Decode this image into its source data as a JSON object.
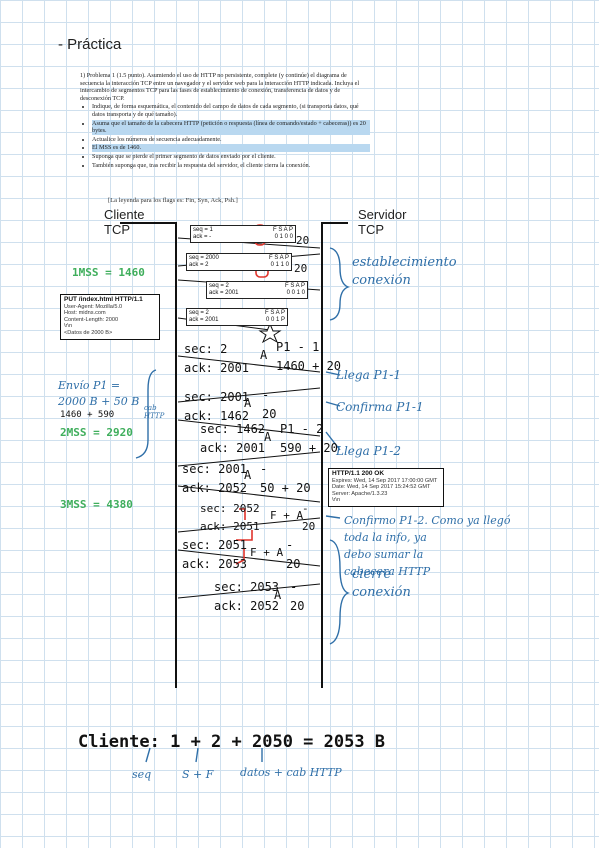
{
  "heading": "- Práctica",
  "problem": {
    "intro": "1) Problema 1 (1.5 punto). Asumiendo el uso de HTTP no persistente, complete (y continúe) el diagrama de secuencia la interacción TCP entre un navegador y el servidor web para la interacción HTTP indicada. Incluya el intercambio de segmentos TCP para las fases de establecimiento de conexión, transferencia de datos y de desconexión TCP.",
    "bullets": [
      "Indique, de forma esquemática, el contenido del campo de datos de cada segmento, (si transporta datos, qué datos transporta y de qué tamaño).",
      "Asuma que el tamaño de la cabecera HTTP (petición o respuesta (línea de comando/estado + cabeceras)) es 20 bytes.",
      "Actualice los números de secuencia adecuadamente.",
      "El MSS es de 1460.",
      "Suponga que se pierde el primer segmento de datos enviado por el cliente.",
      "También suponga que, tras recibir la respuesta del servidor, el cliente cierra la conexión."
    ]
  },
  "legend": "[La leyenda para los flags es: Fin, Syn, Ack, Psh.]",
  "client_label": "Cliente\nTCP",
  "server_label": "Servidor\nTCP",
  "flags_header": "F S A P",
  "printed_segments": [
    {
      "seq": "seq = 1",
      "ack": "ack = -",
      "flags": "0 1 0 0",
      "len": "20"
    },
    {
      "seq": "seq = 2000",
      "ack": "ack = 2",
      "flags": "0 1 1 0",
      "len": "20"
    },
    {
      "seq": "seq = 2",
      "ack": "ack = 2001",
      "flags": "0 0 1 0",
      "len": ""
    },
    {
      "seq": "seq = 2",
      "ack": "ack = 2001",
      "flags": "0 0 1 P",
      "len": ""
    }
  ],
  "request_box": {
    "line1": "PUT /index.html HTTP/1.1",
    "line2": "User-Agent: Mozilla/5.0",
    "line3": "Host: midns.com",
    "line4": "Content-Length: 2000",
    "line5": "\\r\\n",
    "line6": "<Datos de 2000 B>"
  },
  "response_box": {
    "line1": "HTTP/1.1 200 OK",
    "line2": "Expires: Wed, 14 Sep 2017 17:00:00 GMT",
    "line3": "Date: Wed, 14 Sep 2017 15:24:52 GMT",
    "line4": "Server: Apache/1.3.23",
    "line5": "\\r\\n"
  },
  "handwritten_segments": [
    {
      "seq": "sec: 2",
      "ack": "ack: 2001",
      "flag": "A",
      "data": "P1 - 1",
      "len": "1460 + 20"
    },
    {
      "seq": "sec: 2001",
      "ack": "ack: 1462",
      "flag": "A",
      "data": "-",
      "len": "20"
    },
    {
      "seq": "sec: 1462",
      "ack": "ack: 2001",
      "flag": "A",
      "data": "P1 - 2",
      "len": "590 + 20"
    },
    {
      "seq": "sec: 2001",
      "ack": "ack: 2052",
      "flag": "A",
      "data": "-",
      "len": "50 + 20"
    },
    {
      "seq": "sec: 2052",
      "ack": "ack: 2051",
      "flag": "F + A",
      "data": "-",
      "len": "20"
    },
    {
      "seq": "sec: 2051",
      "ack": "ack: 2053",
      "flag": "F + A",
      "data": "-",
      "len": "20"
    },
    {
      "seq": "sec: 2053",
      "ack": "ack: 2052",
      "flag": "A",
      "data": "-",
      "len": "20"
    }
  ],
  "notes_right": {
    "establecimiento": "establecimiento\nconexión",
    "llega1": "Llega P1-1",
    "confirma1": "Confirma P1-1",
    "llega2": "Llega P1-2",
    "confirma2": "Confirmo P1-2. Como ya llegó\ntoda la info, ya\ndebo sumar la\ncabecera HTTP",
    "cierre": "cierre\nconexión"
  },
  "notes_left": {
    "mss1": "1MSS = 1460",
    "envio": "Envío P1 =\n2000 B + 50 B",
    "cab": "cab\nHTTP",
    "calc": "1460 + 590",
    "mss2": "2MSS = 2920",
    "mss3": "3MSS = 4380"
  },
  "formula": {
    "text": "Cliente:  1 + 2 + 2050 = 2053 B",
    "labels": [
      "seq",
      "S + F",
      "datos + cab HTTP"
    ]
  },
  "colors": {
    "ink": "#111111",
    "blue": "#2f6fa8",
    "green": "#3fae5c",
    "red": "#e0342c",
    "grid": "#cfe0ee"
  }
}
